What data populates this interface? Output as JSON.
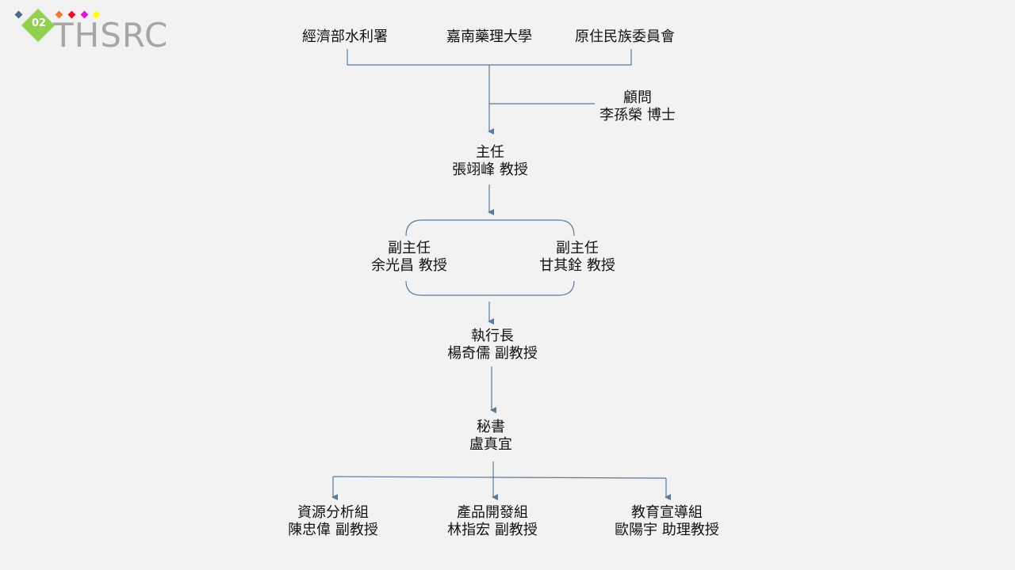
{
  "logo": {
    "number": "02",
    "text": "THSRC",
    "dot_colors": [
      "#4f6b8c",
      "#ed7d31",
      "#e81123",
      "#d61bd6",
      "#ffff00"
    ],
    "badge_color": "#92d050"
  },
  "colors": {
    "line": "#5b7a99"
  },
  "top_orgs": [
    "經濟部水利署",
    "嘉南藥理大學",
    "原住民族委員會"
  ],
  "advisor": {
    "title": "顧問",
    "name": "李孫榮 博士"
  },
  "director": {
    "title": "主任",
    "name": "張翊峰 教授"
  },
  "deputies": [
    {
      "title": "副主任",
      "name": "余光昌 教授"
    },
    {
      "title": "副主任",
      "name": "甘其銓 教授"
    }
  ],
  "ceo": {
    "title": "執行長",
    "name": "楊奇儒 副教授"
  },
  "secretary": {
    "title": "秘書",
    "name": "盧真宜"
  },
  "groups": [
    {
      "title": "資源分析組",
      "name": "陳忠偉 副教授"
    },
    {
      "title": "產品開發組",
      "name": "林指宏 副教授"
    },
    {
      "title": "教育宣導組",
      "name": "歐陽宇 助理教授"
    }
  ]
}
